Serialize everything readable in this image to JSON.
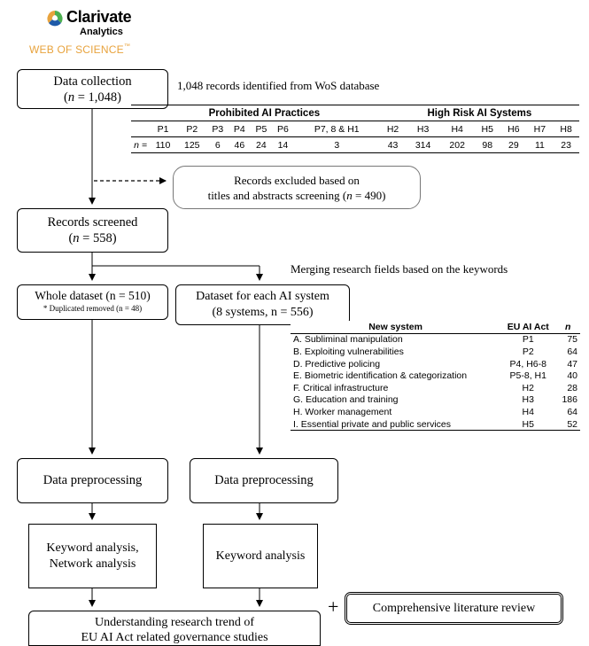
{
  "logo": {
    "brand": "Clarivate",
    "sub": "Analytics",
    "product": "WEB OF SCIENCE",
    "tm": "™",
    "colors": {
      "brand_orange": "#E8A33D",
      "brand_blue": "#1E5AA8",
      "brand_green": "#4CAF50",
      "product_text": "#E8A33D"
    }
  },
  "boxes": {
    "data_collection": {
      "line1": "Data collection",
      "n_label": "n",
      "n_value": " = 1,048)"
    },
    "excluded": {
      "line1": "Records excluded based on",
      "line2_pre": "titles and abstracts screening (",
      "n_label": "n",
      "n_value": " = 490)"
    },
    "screened": {
      "line1": "Records screened",
      "n_label": "n",
      "n_value": " = 558)"
    },
    "whole": {
      "line1": "Whole dataset (n = 510)",
      "line2": "* Duplicated removed (n = 48)"
    },
    "each": {
      "line1": "Dataset for each AI system",
      "line2": "(8 systems, n = 556)"
    },
    "prep_left": "Data preprocessing",
    "prep_right": "Data preprocessing",
    "kw_left_1": "Keyword analysis,",
    "kw_left_2": "Network analysis",
    "kw_right": "Keyword analysis",
    "understanding_1": "Understanding research trend of",
    "understanding_2": "EU AI Act related governance studies",
    "plus": "+",
    "lit_review": "Comprehensive literature review"
  },
  "notes": {
    "identified": "1,048 records identified from WoS database",
    "merging": "Merging research fields based on the keywords"
  },
  "wos_table": {
    "group_prohibited": "Prohibited AI Practices",
    "group_high": "High Risk AI Systems",
    "row_label": "n =",
    "cols": [
      "P1",
      "P2",
      "P3",
      "P4",
      "P5",
      "P6",
      "P7, 8 & H1",
      "H2",
      "H3",
      "H4",
      "H5",
      "H6",
      "H7",
      "H8"
    ],
    "values": [
      "110",
      "125",
      "6",
      "46",
      "24",
      "14",
      "3",
      "43",
      "314",
      "202",
      "98",
      "29",
      "11",
      "23"
    ]
  },
  "system_table": {
    "headers": {
      "system": "New system",
      "act": "EU AI Act",
      "n": "n"
    },
    "rows": [
      {
        "system": "A. Subliminal manipulation",
        "act": "P1",
        "n": "75"
      },
      {
        "system": "B. Exploiting vulnerabilities",
        "act": "P2",
        "n": "64"
      },
      {
        "system": "D. Predictive policing",
        "act": "P4, H6-8",
        "n": "47"
      },
      {
        "system": "E. Biometric identification & categorization",
        "act": "P5-8, H1",
        "n": "40"
      },
      {
        "system": "F. Critical infrastructure",
        "act": "H2",
        "n": "28"
      },
      {
        "system": "G. Education and training",
        "act": "H3",
        "n": "186"
      },
      {
        "system": "H. Worker management",
        "act": "H4",
        "n": "64"
      },
      {
        "system": "I. Essential private and public services",
        "act": "H5",
        "n": "52"
      }
    ]
  }
}
